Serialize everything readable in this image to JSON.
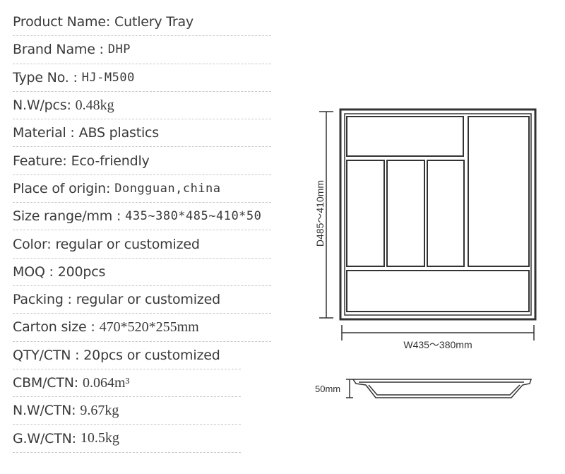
{
  "specs": [
    {
      "label": "Product Name:",
      "value": "Cutlery Tray",
      "style": "sans"
    },
    {
      "label": "Brand Name :",
      "value": "DHP",
      "style": "mono"
    },
    {
      "label": "Type No. :",
      "value": "HJ-M500",
      "style": "mono"
    },
    {
      "label": "N.W/pcs:",
      "value": "0.48kg",
      "style": "serif"
    },
    {
      "label": "Material :",
      "value": "ABS plastics",
      "style": "sans"
    },
    {
      "label": "Feature:",
      "value": "Eco-friendly",
      "style": "sans"
    },
    {
      "label": "Place of origin:",
      "value": "Dongguan,china",
      "style": "mono"
    },
    {
      "label": "Size range/mm :",
      "value": "435~380*485~410*50",
      "style": "mono"
    },
    {
      "label": "Color:",
      "value": "regular or customized",
      "style": "sans"
    },
    {
      "label": "MOQ :",
      "value": "200pcs",
      "style": "sans"
    },
    {
      "label": "Packing :",
      "value": "regular or customized",
      "style": "sans"
    },
    {
      "label": "Carton size :",
      "value": "470*520*255mm",
      "style": "serif"
    },
    {
      "label": "QTY/CTN :",
      "value": "20pcs or customized",
      "style": "sans"
    },
    {
      "label": "CBM/CTN:",
      "value": "0.064m³",
      "style": "serif"
    },
    {
      "label": "N.W/CTN:",
      "value": "9.67kg",
      "style": "serif"
    },
    {
      "label": "G.W/CTN:",
      "value": "10.5kg",
      "style": "serif"
    }
  ],
  "drawing": {
    "width_label": "W435～380mm",
    "depth_label": "D485～410mm",
    "height_label": "50mm"
  }
}
